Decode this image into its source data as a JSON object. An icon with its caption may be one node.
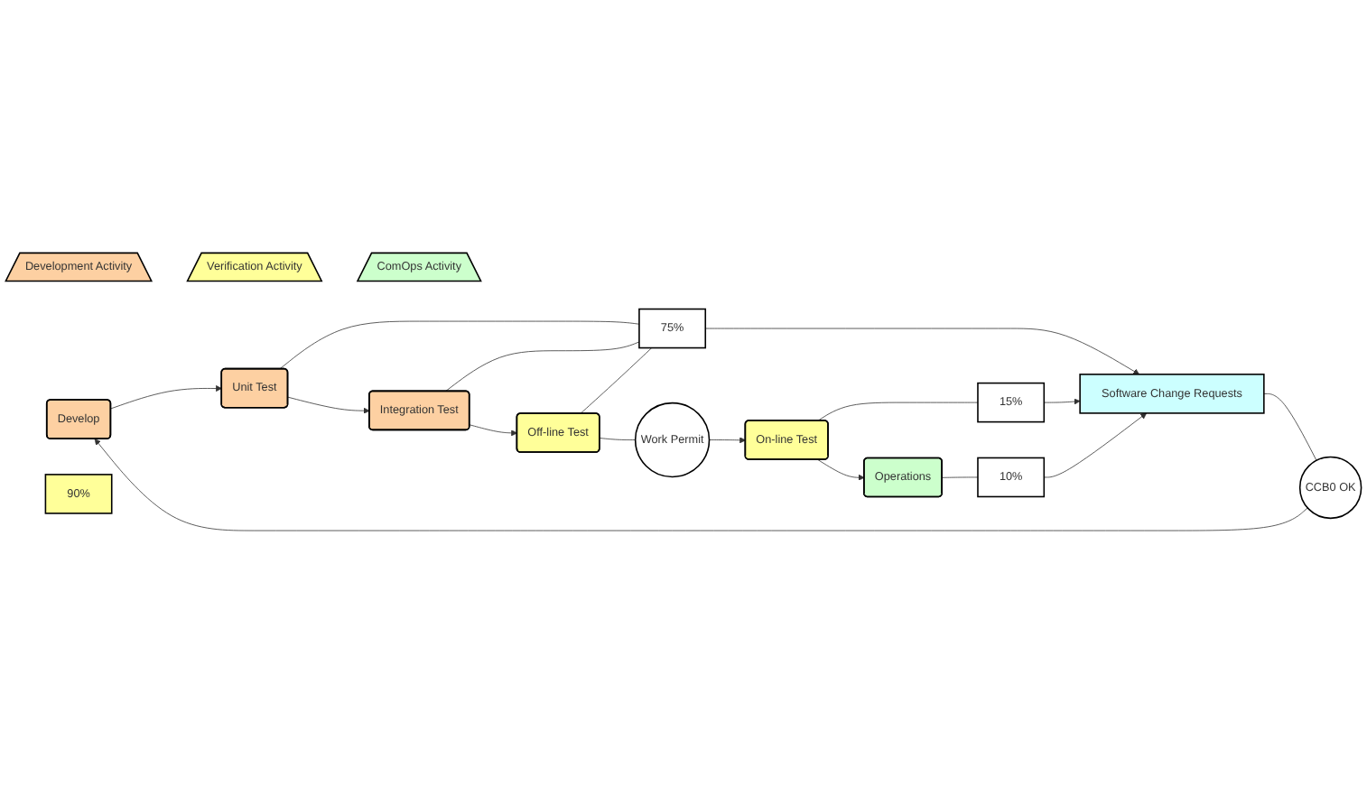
{
  "diagram": {
    "nodes": [
      {
        "text": [
          "Development Activity"
        ]
      },
      {
        "text": [
          "Verification Activity"
        ]
      },
      {
        "text": [
          "ComOps Activity"
        ]
      },
      {
        "text": [
          "Develop"
        ]
      },
      {
        "text": [
          "Unit Test"
        ]
      },
      {
        "text": [
          "Integration Test"
        ]
      },
      {
        "text": [
          "Off-line Test"
        ]
      },
      {
        "text": [
          "Work Permit"
        ]
      },
      {
        "text": [
          "On-line Test"
        ]
      },
      {
        "text": [
          "Operations"
        ]
      },
      {
        "text": [
          "75%"
        ]
      },
      {
        "text": [
          "90%"
        ]
      },
      {
        "text": [
          "15%"
        ]
      },
      {
        "text": [
          "10%"
        ]
      },
      {
        "text": [
          "CCB0 OK"
        ]
      },
      {
        "text": [
          "Software Change Requests"
        ]
      }
    ],
    "edges": [
      {
        "from": 3,
        "to": 4,
        "arrow": "to"
      },
      {
        "from": 4,
        "to": 5,
        "arrow": "to"
      },
      {
        "from": 5,
        "to": 6,
        "arrow": "to"
      },
      {
        "from": 6,
        "to": 7,
        "arrow": "none"
      },
      {
        "from": 7,
        "to": 8,
        "arrow": "to"
      },
      {
        "from": 8,
        "to": 9,
        "arrow": "to"
      },
      {
        "from": 4,
        "to": 10,
        "arrow": "none"
      },
      {
        "from": 5,
        "to": 10,
        "arrow": "none"
      },
      {
        "from": 6,
        "to": 10,
        "arrow": "none"
      },
      {
        "from": 8,
        "to": 12,
        "arrow": "none"
      },
      {
        "from": 9,
        "to": 13,
        "arrow": "none"
      },
      {
        "from": 10,
        "to": 15,
        "arrow": "to"
      },
      {
        "from": 12,
        "to": 15,
        "arrow": "to"
      },
      {
        "from": 13,
        "to": 15,
        "arrow": "to"
      },
      {
        "from": 15,
        "to": 14,
        "arrow": "none"
      },
      {
        "from": 14,
        "to": 3,
        "arrow": "to"
      }
    ]
  }
}
